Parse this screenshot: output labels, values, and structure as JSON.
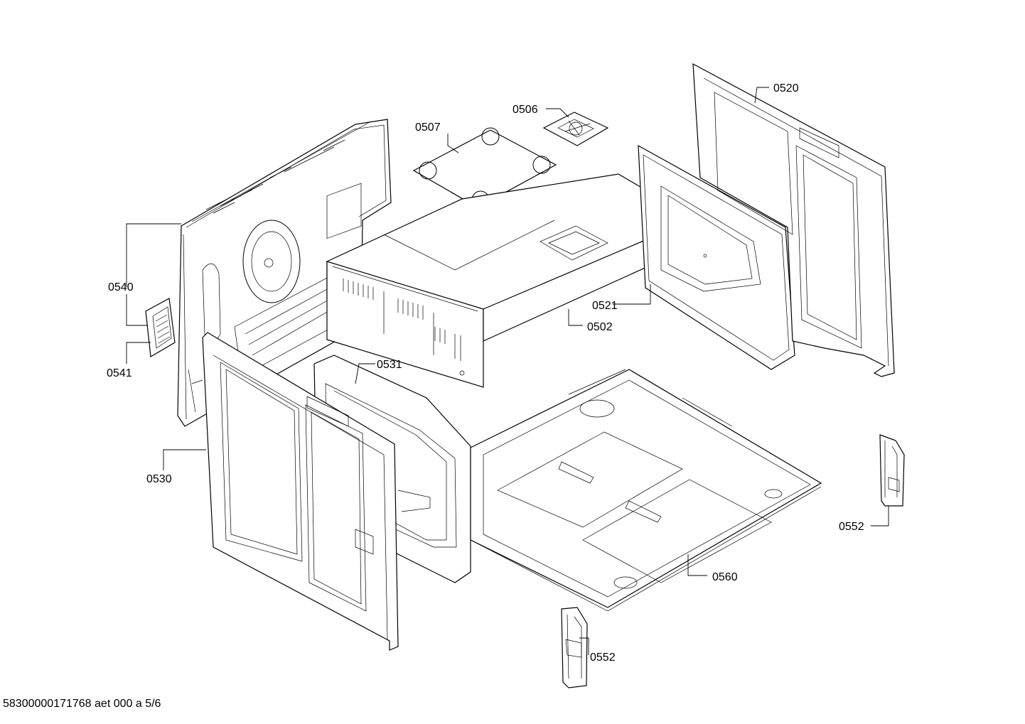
{
  "diagram": {
    "part_labels": {
      "p0520": "0520",
      "p0506": "0506",
      "p0507": "0507",
      "p0540": "0540",
      "p0521": "0521",
      "p0502": "0502",
      "p0541": "0541",
      "p0531": "0531",
      "p0530": "0530",
      "p0552a": "0552",
      "p0560": "0560",
      "p0552b": "0552"
    }
  },
  "footer": {
    "document_id": "58300000171768 aet 000 a 5/6"
  }
}
